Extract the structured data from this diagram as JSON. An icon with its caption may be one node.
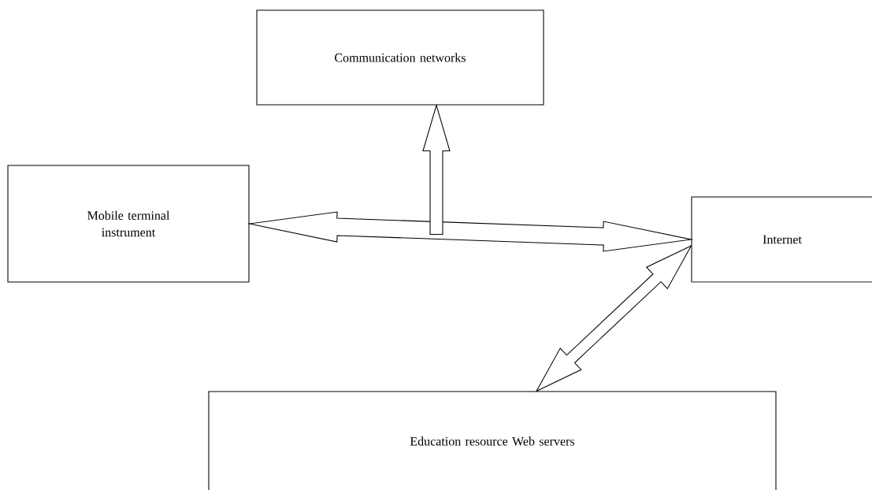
{
  "diagram": {
    "nodes": [
      {
        "text": [
          "Communication networks"
        ]
      },
      {
        "text": [
          "Mobile terminal instrument"
        ]
      },
      {
        "text": [
          "Internet"
        ]
      },
      {
        "text": [
          "Education resource Web servers"
        ]
      }
    ],
    "edges": [
      {
        "from": 1,
        "to": 2,
        "arrow": "both"
      },
      {
        "from": null,
        "to": 0,
        "arrow": "to"
      },
      {
        "from": 2,
        "to": 3,
        "arrow": "both"
      }
    ]
  }
}
